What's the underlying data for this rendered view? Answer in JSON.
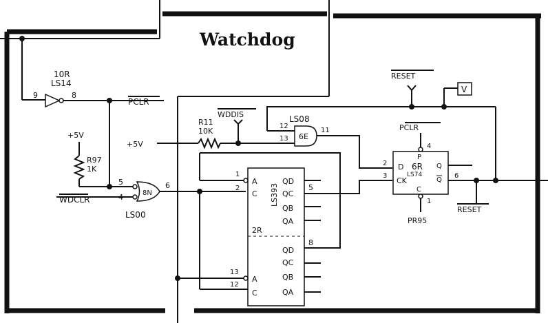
{
  "title": "Watchdog",
  "u10r": {
    "ref": "10R",
    "part": "LS14",
    "pin_in": "9",
    "pin_out": "8"
  },
  "pclr": "PCLR",
  "plus5v_a": "+5V",
  "r97": {
    "ref": "R97",
    "value": "1K"
  },
  "plus5v_b": "+5V",
  "r11": {
    "ref": "R11",
    "value": "10K"
  },
  "wddis": "WDDIS",
  "u6e": {
    "part": "LS08",
    "ref": "6E",
    "pin_a": "12",
    "pin_b": "13",
    "pin_out": "11"
  },
  "u8n": {
    "ref": "8N",
    "part": "LS00",
    "pin_a": "5",
    "pin_b": "4",
    "pin_out": "6"
  },
  "wdclr": "WDCLR",
  "counter": {
    "part": "LS393",
    "pins_top": {
      "a_pin": "1",
      "c_pin": "2",
      "a": "A",
      "c": "C",
      "qd": "QD",
      "qc": "QC",
      "qb": "QB",
      "qa": "QA",
      "qc_pin": "5"
    },
    "lower_ref": "2R",
    "pins_bottom": {
      "a_pin": "13",
      "c_pin": "12",
      "a": "A",
      "c": "C",
      "qd": "QD",
      "qc": "QC",
      "qb": "QB",
      "qa": "QA",
      "qd_pin": "8"
    }
  },
  "ff": {
    "ref": "6R",
    "part": "LS74",
    "p": "P",
    "p_pin": "4",
    "d": "D",
    "d_pin": "2",
    "ck": "CK",
    "ck_pin": "3",
    "q": "Q",
    "qbar": "Q",
    "qbar_pin": "6",
    "c": "C",
    "c_pin": "1",
    "pclr": "PCLR",
    "pr95": "PR95"
  },
  "reset_top": "RESET",
  "v_box": "V",
  "reset_out": "RESET"
}
